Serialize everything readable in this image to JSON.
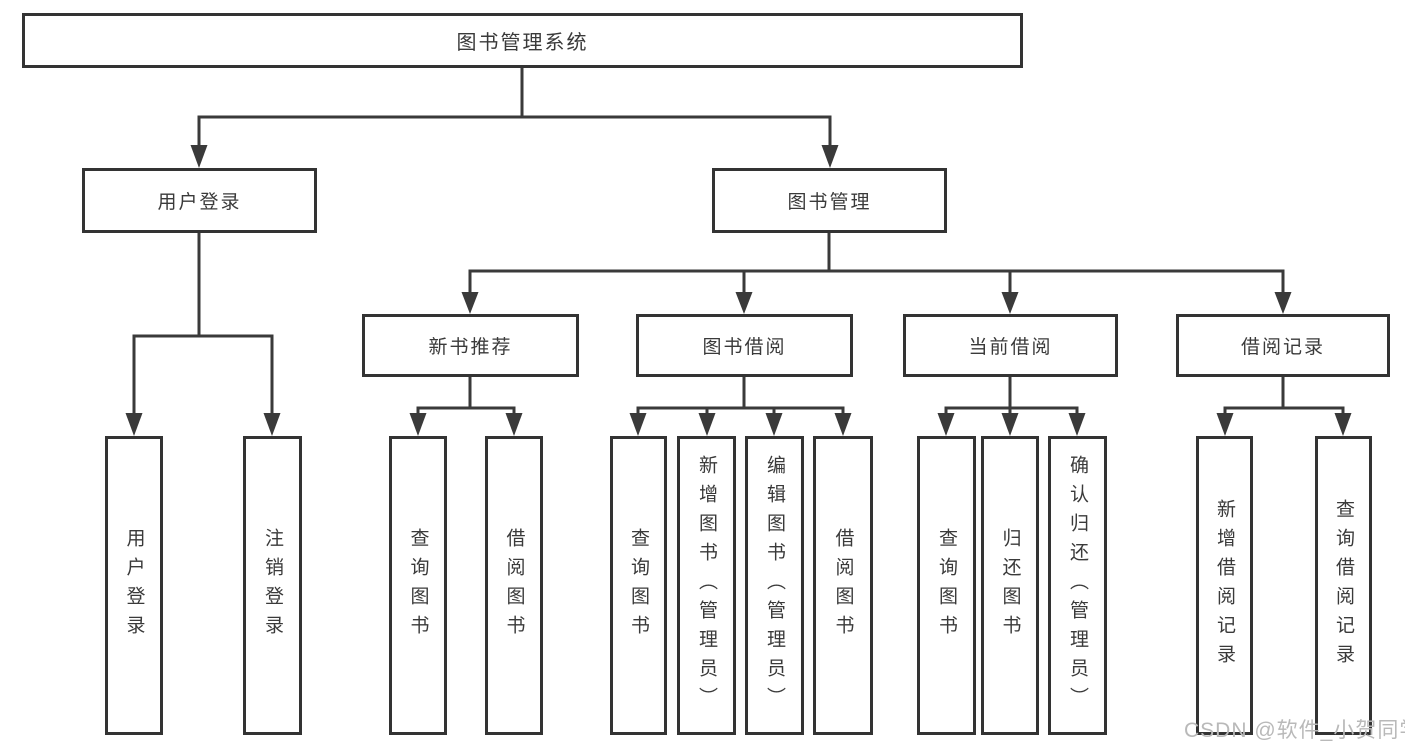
{
  "diagram": {
    "root": {
      "label": "图书管理系统"
    },
    "level2": [
      {
        "id": "user-login",
        "label": "用户登录"
      },
      {
        "id": "book-management",
        "label": "图书管理"
      }
    ],
    "level3": [
      {
        "id": "new-book-recommend",
        "parent": "图书管理",
        "label": "新书推荐"
      },
      {
        "id": "book-borrowing",
        "parent": "图书管理",
        "label": "图书借阅"
      },
      {
        "id": "current-borrowing",
        "parent": "图书管理",
        "label": "当前借阅"
      },
      {
        "id": "borrowing-records",
        "parent": "图书管理",
        "label": "借阅记录"
      }
    ],
    "leaves": [
      {
        "parent": "用户登录",
        "label": "用户登录"
      },
      {
        "parent": "用户登录",
        "label": "注销登录"
      },
      {
        "parent": "新书推荐",
        "label": "查询图书"
      },
      {
        "parent": "新书推荐",
        "label": "借阅图书"
      },
      {
        "parent": "图书借阅",
        "label": "查询图书"
      },
      {
        "parent": "图书借阅",
        "label": "新增图书（管理员）"
      },
      {
        "parent": "图书借阅",
        "label": "编辑图书（管理员）"
      },
      {
        "parent": "图书借阅",
        "label": "借阅图书"
      },
      {
        "parent": "当前借阅",
        "label": "查询图书"
      },
      {
        "parent": "当前借阅",
        "label": "归还图书"
      },
      {
        "parent": "当前借阅",
        "label": "确认归还（管理员）"
      },
      {
        "parent": "借阅记录",
        "label": "新增借阅记录"
      },
      {
        "parent": "借阅记录",
        "label": "查询借阅记录"
      }
    ],
    "watermark": "CSDN @软件_小贺同学",
    "colors": {
      "line": "#3a3a3a",
      "box_border": "#333333",
      "text": "#3a3a3a",
      "watermark": "#b9b9b9",
      "background": "#ffffff"
    }
  }
}
